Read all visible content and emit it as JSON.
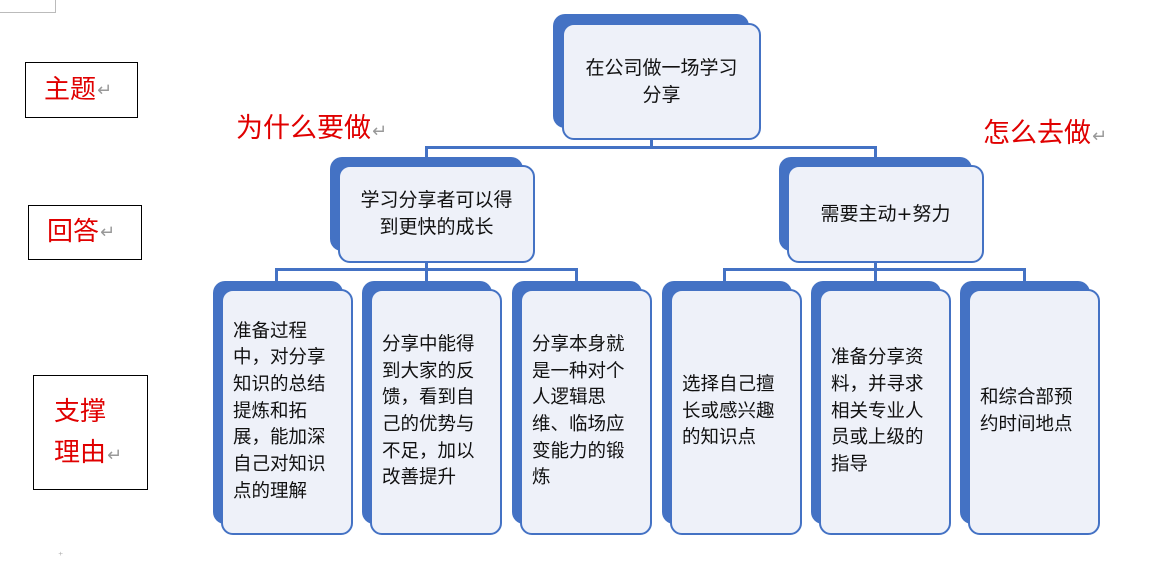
{
  "labels": {
    "topic": "主题",
    "answer": "回答",
    "support_line1": "支撑",
    "support_line2": "理由",
    "return_mark": "↵"
  },
  "headings": {
    "why": "为什么要做",
    "how": "怎么去做"
  },
  "tree": {
    "root": "在公司做一场学习分享",
    "why_answer": "学习分享者可以得到更快的成长",
    "how_answer": "需要主动+努力",
    "why_reasons": [
      "准备过程中，对分享知识的总结提炼和拓展，能加深自己对知识点的理解",
      "分享中能得到大家的反馈，看到自己的优势与不足，加以改善提升",
      "分享本身就是一种对个人逻辑思维、临场应变能力的锻炼"
    ],
    "how_reasons": [
      "选择自己擅长或感兴趣的知识点",
      "准备分享资料，并寻求相关专业人员或上级的指导",
      "和综合部预约时间地点"
    ]
  },
  "colors": {
    "accent_red": "#e00000",
    "node_border": "#4472c4",
    "node_fill": "#eef1f9"
  }
}
